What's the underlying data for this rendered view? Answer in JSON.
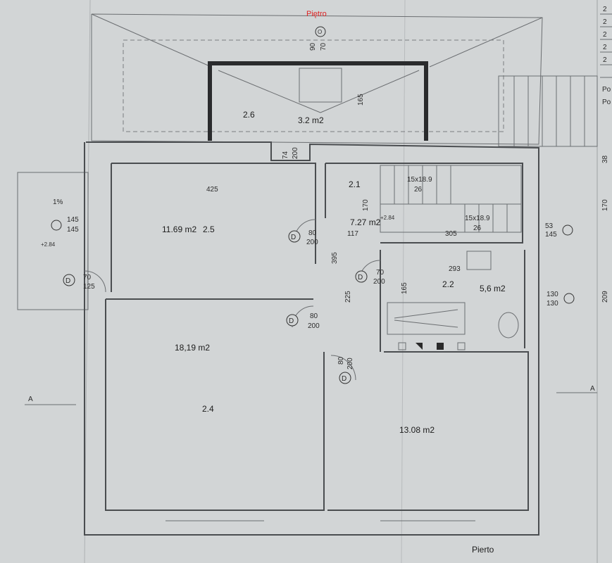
{
  "title_top": "Piętro",
  "title_bottom": "Pierto",
  "rooms": {
    "attic": {
      "area": "3.2 m2",
      "id": "2.6",
      "dim_v": "165"
    },
    "corridor": {
      "area": "7.27 m2",
      "id": "2.1",
      "dim_v": "170",
      "dim_h": "117",
      "dim_h2": "305",
      "dim_v2": "395",
      "dim_v3": "225",
      "level": "+2.84"
    },
    "room_a": {
      "area": "11.69 m2",
      "id": "2.5",
      "width": "425"
    },
    "room_b": {
      "area": "18,19 m2",
      "id": "2.4"
    },
    "bath": {
      "area": "5,6 m2",
      "id": "2.2",
      "width": "293",
      "height": "165"
    },
    "room_c": {
      "area": "13.08 m2"
    }
  },
  "stairs": {
    "step1": "15x18.9",
    "step1_n": "26",
    "step2": "15x18.9",
    "step2_n": "26"
  },
  "doors": [
    {
      "label": "D",
      "w": "80",
      "h": "200"
    },
    {
      "label": "D",
      "w": "70",
      "h": "200"
    },
    {
      "label": "D",
      "w": "80",
      "h": "200"
    },
    {
      "label": "D",
      "w": "80",
      "h": "200"
    },
    {
      "label": "D",
      "w": "70",
      "h": "125"
    }
  ],
  "windows": {
    "top": {
      "a": "90",
      "b": "70"
    },
    "left": {
      "a": "145",
      "b": "145"
    },
    "right1": {
      "a": "53",
      "b": "145"
    },
    "right2": {
      "a": "130",
      "b": "130"
    },
    "neck": {
      "a": "74",
      "b": "200"
    }
  },
  "misc": {
    "percent": "1%",
    "level_left": "+2.84",
    "dim_right1": "170",
    "dim_right2": "38",
    "dim_right3": "209",
    "section": "A"
  },
  "right_labels": [
    "2",
    "2",
    "2",
    "2",
    "2",
    "Po",
    "Po"
  ]
}
